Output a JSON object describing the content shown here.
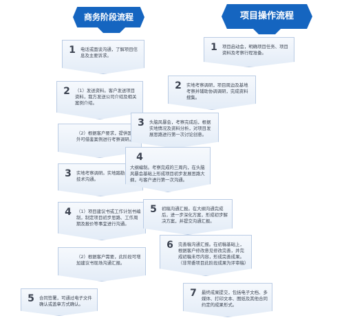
{
  "left_column": {
    "title": "商务阶段流程",
    "steps": [
      {
        "num": "1",
        "text": "电话或面谈沟通，了解项目信息及主要诉求。"
      },
      {
        "num": "2",
        "text": "（1）发送资料。客户发送项目资料，我方发送公司介绍及相关案例介绍。"
      },
      {
        "num": "",
        "text": "（2）根据客户要求，提供国内外可借鉴案例进行考察调研。"
      },
      {
        "num": "3",
        "text": "实地考察调研。实地踏勘并现场技术沟通。"
      },
      {
        "num": "4",
        "text": "（1）项目建议书或工作计划书编制，制定项目初步思路、工作周期及报价等事宜进行沟通。"
      },
      {
        "num": "",
        "text": "（2）根据客户需要，此阶段可增加建议书现场沟通汇报。"
      },
      {
        "num": "5",
        "text": "合同签署，可通过电子文件确认或盖章方式确认。"
      }
    ]
  },
  "right_column": {
    "title": "项目操作流程",
    "steps": [
      {
        "num": "1",
        "text": "项目启动会，明确项目任务、项目资料及考察行程准备。"
      },
      {
        "num": "2",
        "text": "实地考察调研，项目周边及基地考察并辅助协调调研，完成资料搜集。"
      },
      {
        "num": "3",
        "text": "头脑风暴会，考察完成后，根据实地情况及资料分析，对项目发展思路进行第一次讨论创意。"
      },
      {
        "num": "4",
        "text": "大纲编制。考察完成的三周内，在头脑风暴会基础上形成项目初步发展思路大纲，与客户进行第一次沟通。"
      },
      {
        "num": "5",
        "text": "初稿沟通汇报。在大纲沟通完成后，进一步深化方案，形成初步解决方案，并提交沟通汇报。"
      },
      {
        "num": "6",
        "text": "完善稿沟通汇报。在初稿基础上，根据客户修改意见修改完善，并完成初稿未尽内容，形成完善成果。（非常委项目此阶段成果为评审稿）"
      },
      {
        "num": "7",
        "text": "最终成果提交，包括电子文档、多媒体、打印文本、图纸及其他合同约定的成果形式。"
      }
    ]
  },
  "colors": {
    "header_blue": "#1565c0",
    "box_fill": "#e3ecf7",
    "box_border": "#b9cbe4",
    "text": "#3e4653"
  }
}
